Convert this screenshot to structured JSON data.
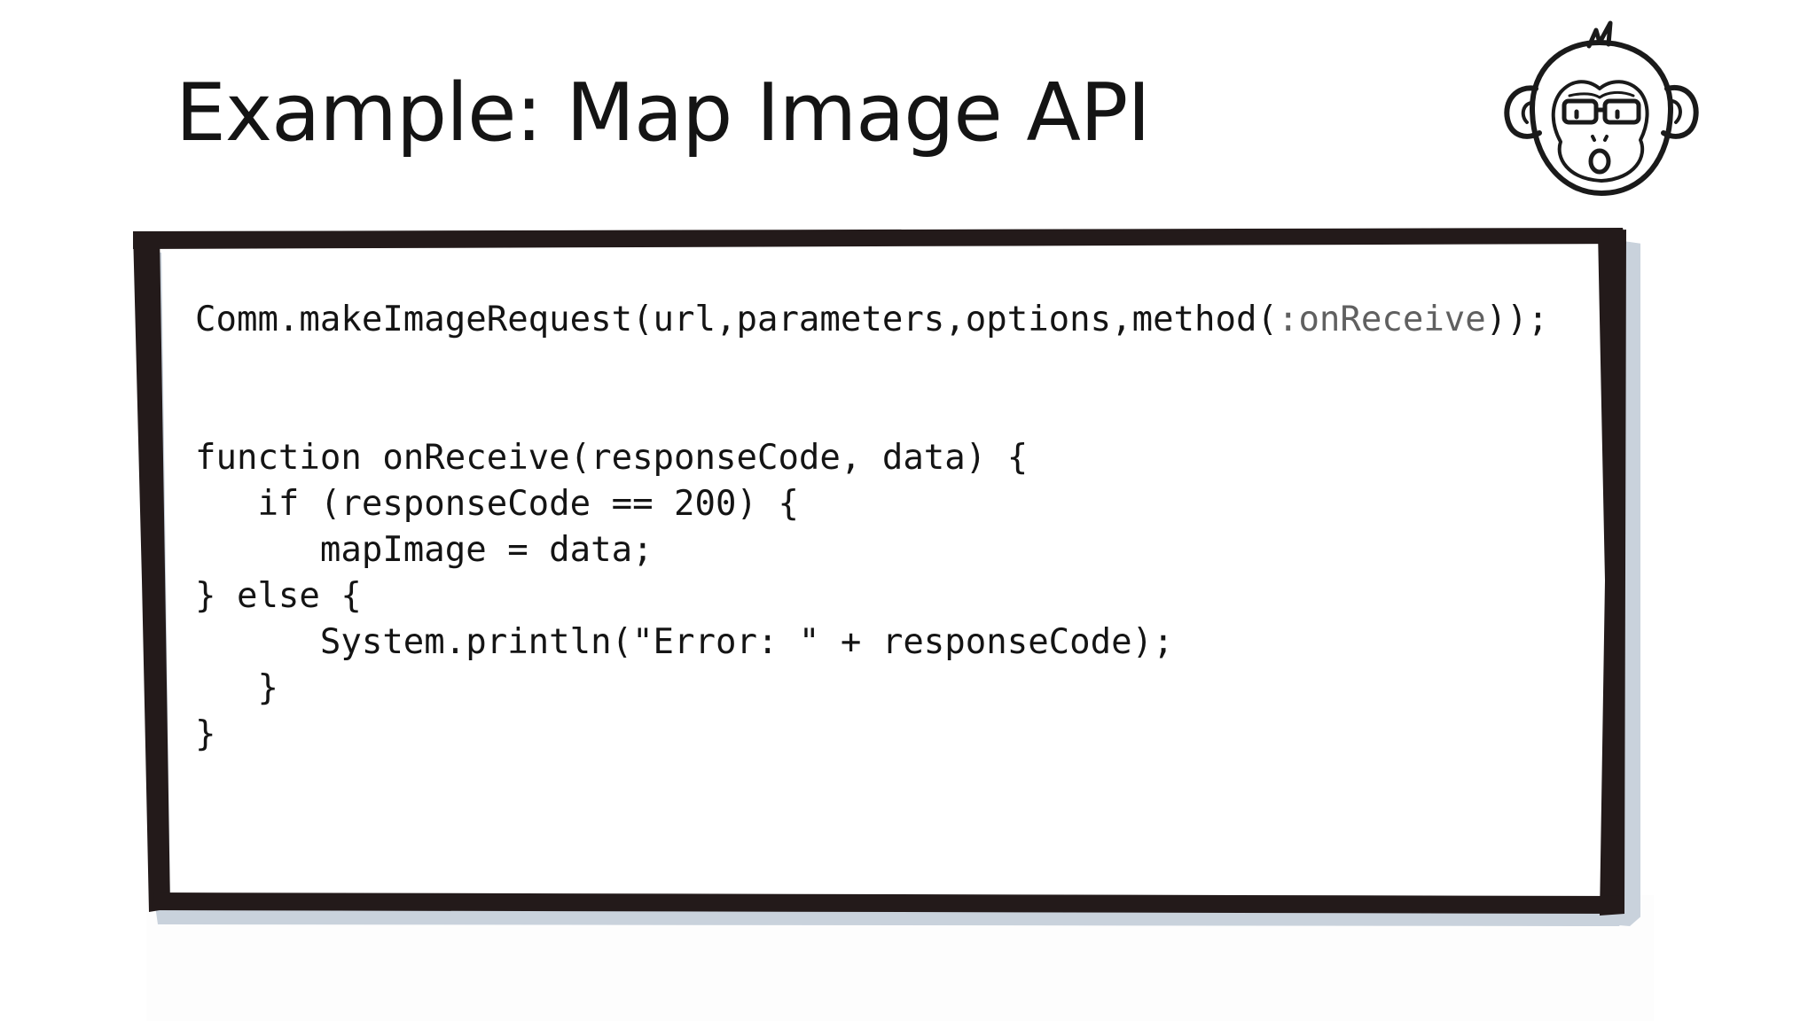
{
  "slide": {
    "title": "Example: Map Image API"
  },
  "mascot": {
    "icon": "monkey-face-icon"
  },
  "code": {
    "line1_prefix": "Comm.makeImageRequest(url,parameters,options,method(",
    "line1_symbol": ":onReceive",
    "line1_suffix": "));",
    "line2": "function onReceive(responseCode, data) {",
    "line3": "   if (responseCode == 200) {",
    "line4": "      mapImage = data;",
    "line5": "} else {",
    "line6": "      System.println(\"Error: \" + responseCode);",
    "line7": "   }",
    "line8": "}"
  },
  "colors": {
    "frame": "#231a1a",
    "shadow": "#c9d2dc",
    "text": "#141414",
    "symbol": "#606060"
  }
}
